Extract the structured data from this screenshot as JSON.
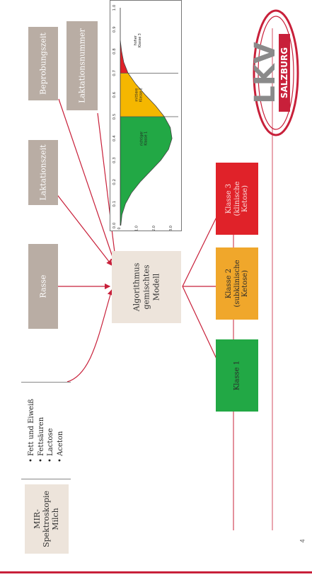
{
  "inputs": {
    "mir": [
      "MIR-",
      "Spektroskopie",
      "Milch"
    ],
    "bullets": [
      "Fett und Eiweiß",
      "Fettsäuren",
      "Lactose",
      "Aceton"
    ],
    "rasse": "Rasse",
    "laktationszeit": "Laktationszeit",
    "beprobungszeit": "Beprobungszeit",
    "laktationsnummer": "Laktationsnummer"
  },
  "model": {
    "lines": [
      "Algorithmus",
      "gemischtes",
      "Modell"
    ]
  },
  "classes": [
    {
      "lines": [
        "Klasse 1"
      ],
      "color": "#22a845"
    },
    {
      "lines": [
        "Klasse 2",
        "(subklinische",
        "Ketose)"
      ],
      "color": "#f0a72b"
    },
    {
      "lines": [
        "Klasse 3",
        "(klinische",
        "Ketose)"
      ],
      "color": "#e02229"
    }
  ],
  "chart_data": {
    "type": "area",
    "x_ticks": [
      "0.0",
      "0.1",
      "0.2",
      "0.3",
      "0.4",
      "0.5",
      "0.6",
      "0.7",
      "0.8",
      "0.9",
      "1.0"
    ],
    "y_ticks": [
      "0",
      "1.0",
      "2.0",
      "3.0"
    ],
    "x": [
      0.0,
      0.05,
      0.1,
      0.15,
      0.2,
      0.25,
      0.3,
      0.35,
      0.4,
      0.45,
      0.5,
      0.55,
      0.6,
      0.65,
      0.7,
      0.75,
      0.8,
      0.85
    ],
    "y": [
      0.03,
      0.1,
      0.3,
      0.65,
      1.15,
      1.75,
      2.35,
      2.8,
      3.0,
      2.9,
      2.55,
      2.05,
      1.45,
      0.9,
      0.45,
      0.2,
      0.08,
      0.0
    ],
    "thresholds": [
      0.5,
      0.7
    ],
    "regions": [
      {
        "color": "#22a845",
        "label": [
          "richtiger",
          "Klasse 1"
        ]
      },
      {
        "color": "#f5b700",
        "label": [
          "mittlere",
          "Klasse 2"
        ]
      },
      {
        "color": "#e02229",
        "label": [
          "hoher",
          "Klasse 3"
        ]
      }
    ]
  },
  "logo": {
    "text": "LKV",
    "subtext": "SALZBURG"
  },
  "page_number": "4"
}
